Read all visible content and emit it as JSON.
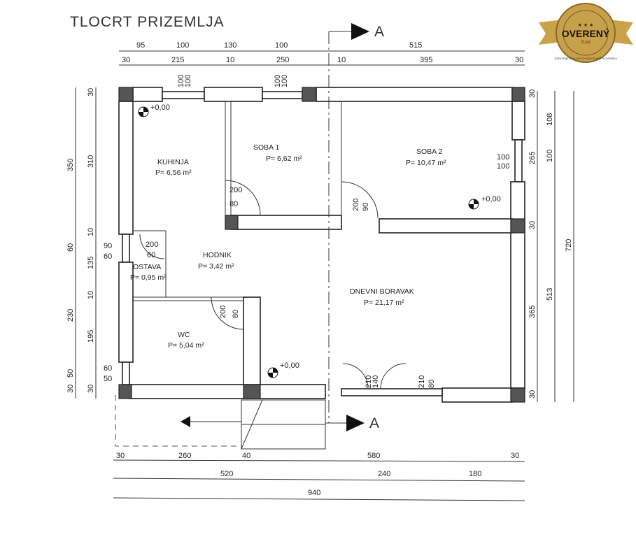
{
  "title": "TLOCRT PRIZEMLJA",
  "rooms": {
    "kuhinja": {
      "name": "KUHINJA",
      "area": "P= 6,56 m²"
    },
    "soba1": {
      "name": "SOBA 1",
      "area": "P= 6,62 m²"
    },
    "soba2": {
      "name": "SOBA 2",
      "area": "P= 10,47 m²"
    },
    "hodnik": {
      "name": "HODNIK",
      "area": "P= 3,42 m²"
    },
    "ostava": {
      "name": "OSTAVA",
      "area": "P= 0,95 m²"
    },
    "wc": {
      "name": "WC",
      "area": "P= 5,04 m²"
    },
    "dnevni": {
      "name": "DNEVNI BORAVAK",
      "area": "P= 21,17 m²"
    }
  },
  "levels": [
    "+0,00",
    "+0,00",
    "+0,00"
  ],
  "section": {
    "top": "A",
    "bottom": "A"
  },
  "dims": {
    "top1": [
      "95",
      "100",
      "130",
      "100",
      "515"
    ],
    "top2": [
      "30",
      "215",
      "10",
      "250",
      "10",
      "395",
      "30"
    ],
    "left1": [
      "350",
      "60",
      "230",
      "50",
      "30"
    ],
    "left2": [
      "30",
      "310",
      "10",
      "135",
      "10",
      "195",
      "30"
    ],
    "right1": [
      "30",
      "265",
      "30",
      "365",
      "30"
    ],
    "right2": [
      "108",
      "100",
      "513"
    ],
    "right3": [
      "720"
    ],
    "bottom1": [
      "30",
      "260",
      "40",
      "580",
      "30"
    ],
    "bottom2": [
      "520",
      "240",
      "180"
    ],
    "bottom3": [
      "940"
    ],
    "openings": [
      "100",
      "100",
      "100",
      "100",
      "100",
      "100",
      "200",
      "80",
      "200",
      "90",
      "200",
      "60",
      "90",
      "60",
      "200",
      "80",
      "60",
      "50",
      "210",
      "140",
      "210",
      "80"
    ]
  },
  "badge": {
    "main": "OVERENÝ",
    "sub": "ČLEN",
    "ring": "ZDRUŽENIE REALITNÝCH KANCELÁRIÍ SLOVENSKA",
    "stars": "★ ★ ★"
  }
}
